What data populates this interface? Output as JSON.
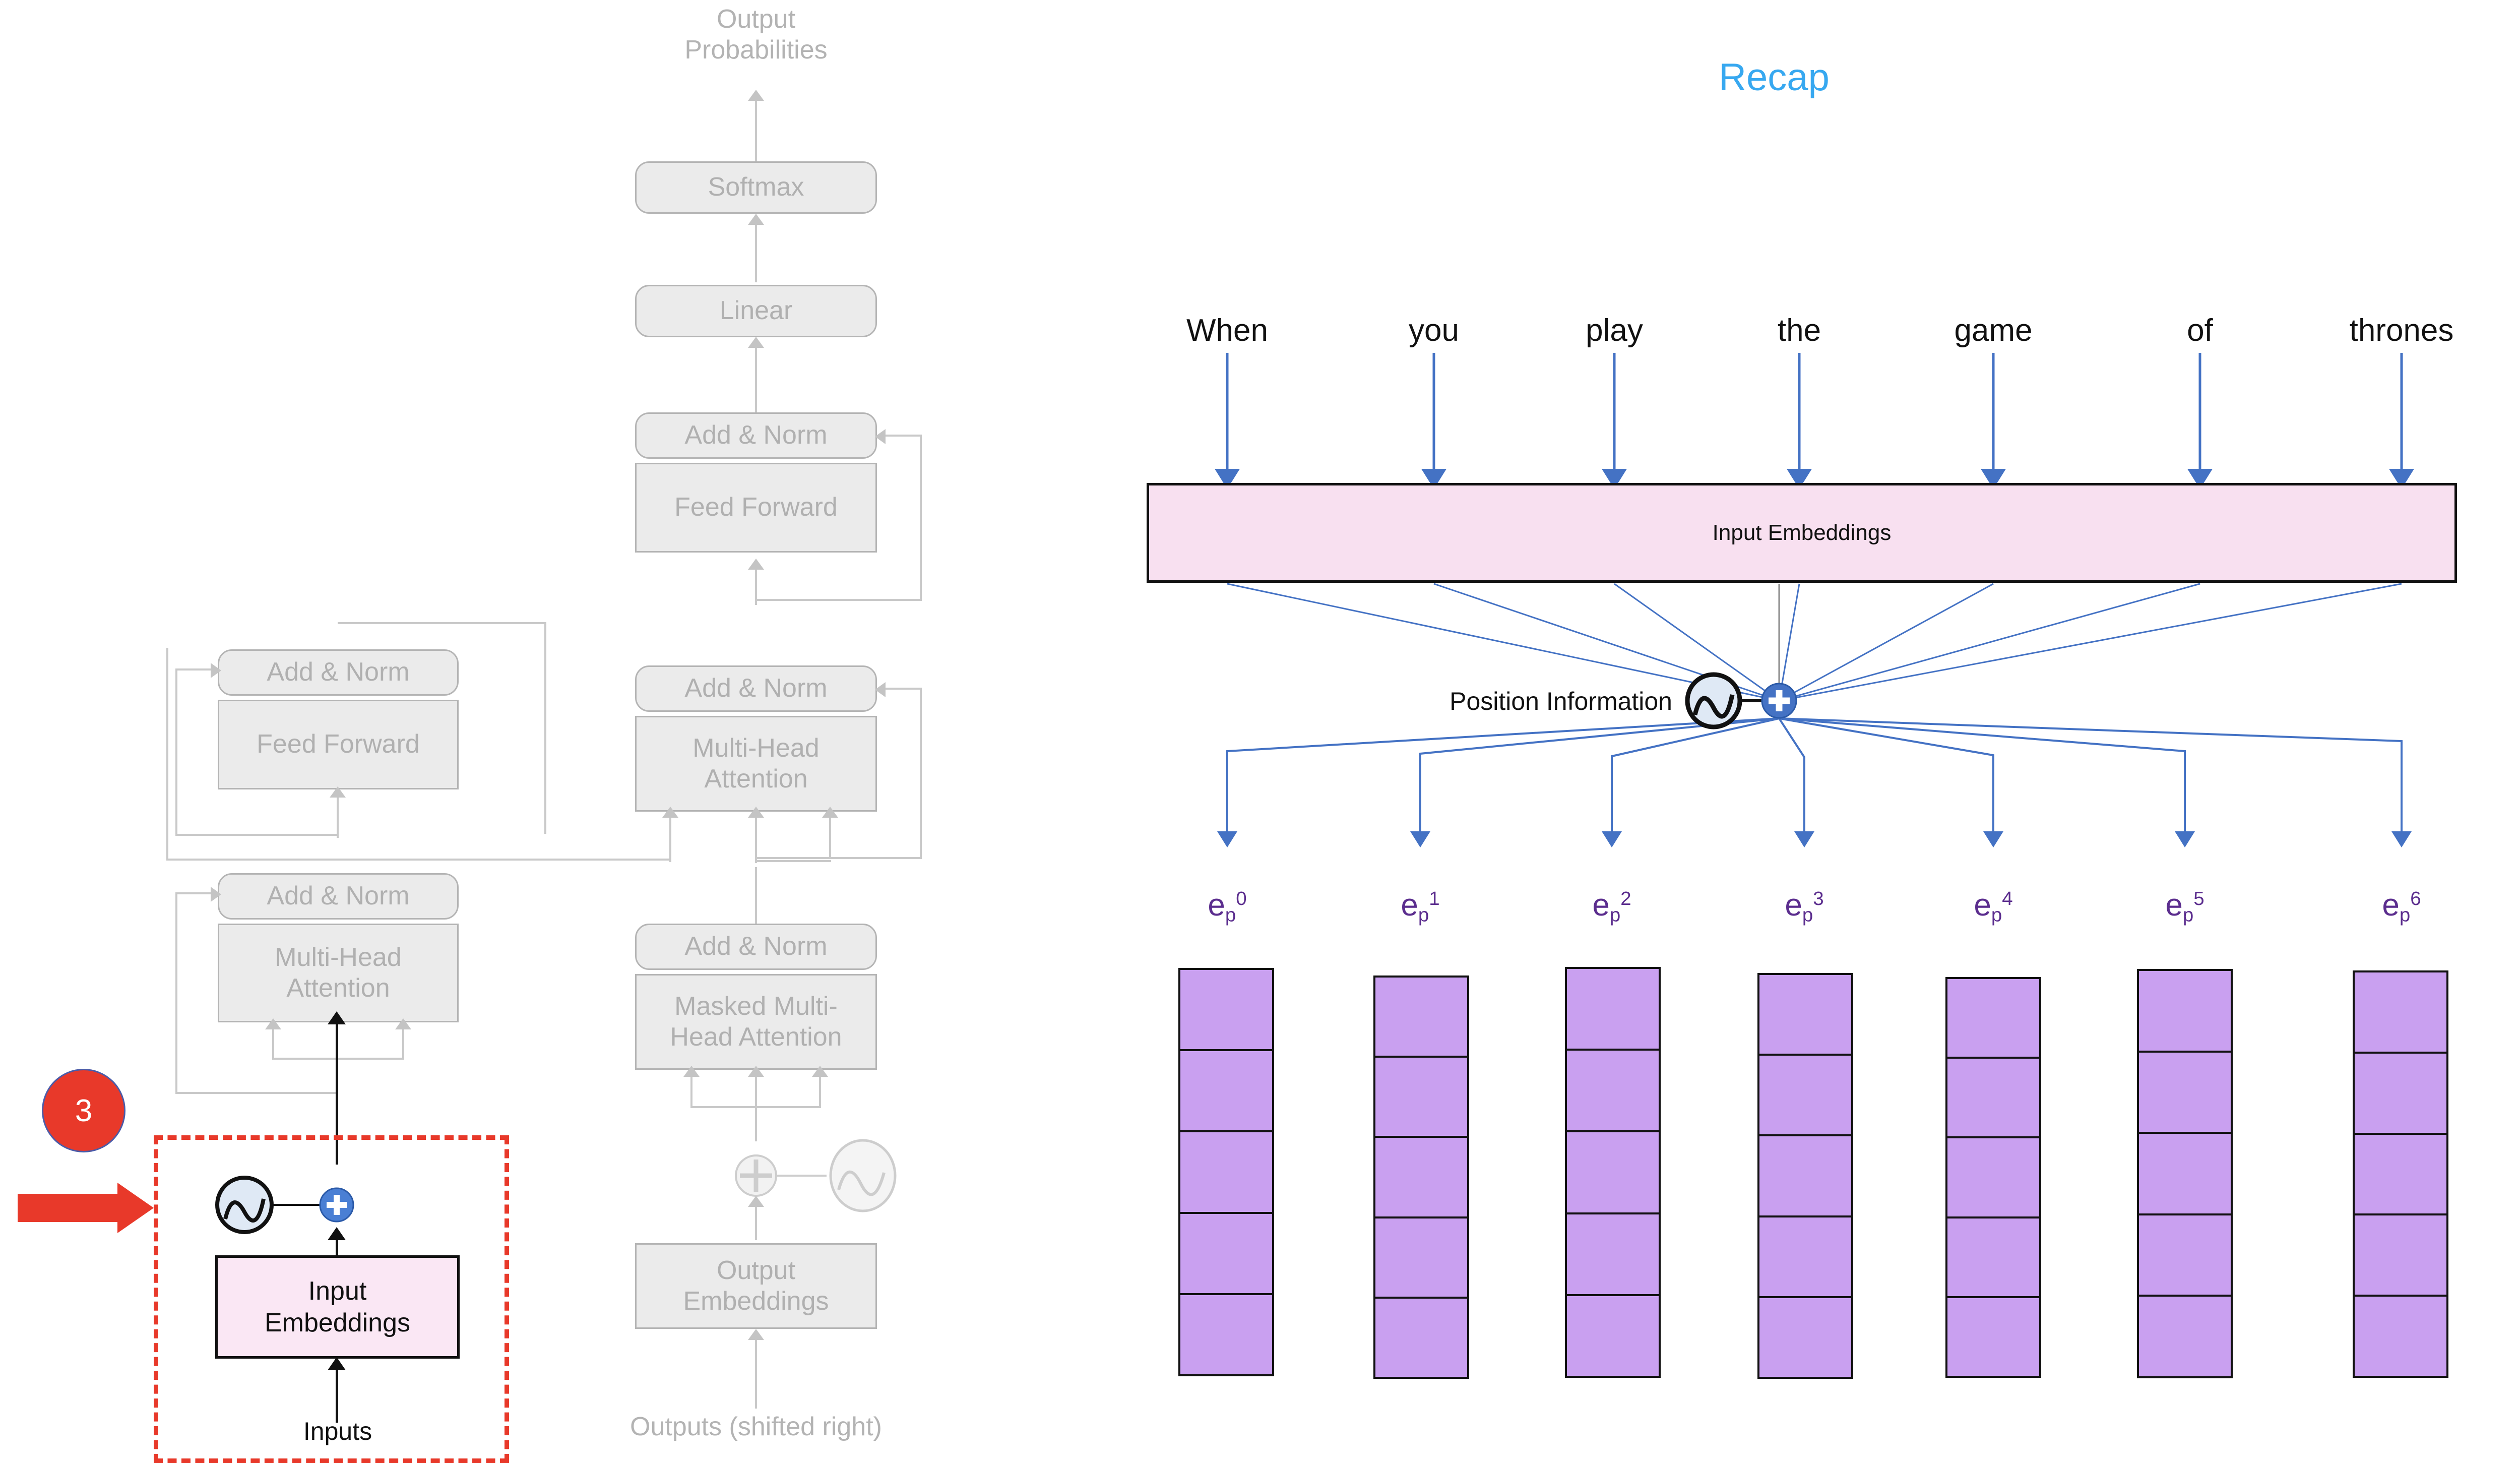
{
  "slide": {
    "background_color": "#ffffff",
    "accent_color": "#37a8f0",
    "annotation_color": "#e8392a"
  },
  "architecture": {
    "output_probabilities_label": "Output\nProbabilities",
    "boxes": [
      {
        "label": "Softmax"
      },
      {
        "label": "Linear"
      },
      {
        "label": "Add & Norm"
      },
      {
        "label": "Feed Forward"
      },
      {
        "label": "Add & Norm"
      },
      {
        "label": "Multi-Head\nAttention"
      },
      {
        "label": "Add & Norm"
      },
      {
        "label": "Masked Multi-\nHead Attention"
      },
      {
        "label": "Add & Norm"
      },
      {
        "label": "Feed Forward"
      },
      {
        "label": "Add & Norm"
      },
      {
        "label": "Multi-Head\nAttention"
      },
      {
        "label": "Output\nEmbeddings"
      }
    ],
    "encoder": {
      "add_norm_top": "Add & Norm",
      "feed_forward": "Feed Forward",
      "add_norm_bottom": "Add & Norm",
      "multi_head_attention": "Multi-Head\nAttention"
    },
    "decoder": {
      "softmax": "Softmax",
      "linear": "Linear",
      "add_norm_3": "Add & Norm",
      "feed_forward": "Feed Forward",
      "add_norm_2": "Add & Norm",
      "multi_head_attention": "Multi-Head\nAttention",
      "add_norm_1": "Add & Norm",
      "masked_multi_head_attention": "Masked Multi-\nHead Attention",
      "output_embeddings": "Output\nEmbeddings",
      "outputs_shifted": "Outputs (shifted right)"
    },
    "highlighted": {
      "input_embeddings": "Input\nEmbeddings",
      "inputs": "Inputs",
      "sine_icon": "sine-wave-icon",
      "plus_icon": "plus-circle-icon"
    },
    "annotation": {
      "step_number": "3"
    }
  },
  "recap": {
    "title": "Recap",
    "sentence_words": [
      "When",
      "you",
      "play",
      "the",
      "game",
      "of",
      "thrones"
    ],
    "input_embeddings_label": "Input Embeddings",
    "position_information_label": "Position Information",
    "sine_icon": "sine-wave-icon",
    "plus_icon": "plus-circle-icon",
    "positional_vectors": [
      {
        "base": "e",
        "sub": "p",
        "sup": "0",
        "cells": 5
      },
      {
        "base": "e",
        "sub": "p",
        "sup": "1",
        "cells": 5
      },
      {
        "base": "e",
        "sub": "p",
        "sup": "2",
        "cells": 5
      },
      {
        "base": "e",
        "sub": "p",
        "sup": "3",
        "cells": 5
      },
      {
        "base": "e",
        "sub": "p",
        "sup": "4",
        "cells": 5
      },
      {
        "base": "e",
        "sub": "p",
        "sup": "5",
        "cells": 5
      },
      {
        "base": "e",
        "sub": "p",
        "sup": "6",
        "cells": 5
      }
    ],
    "vector_fill_color": "#c9a0f0",
    "embedding_fill_color": "#f8e0f0",
    "label_color": "#5b2d8e"
  }
}
